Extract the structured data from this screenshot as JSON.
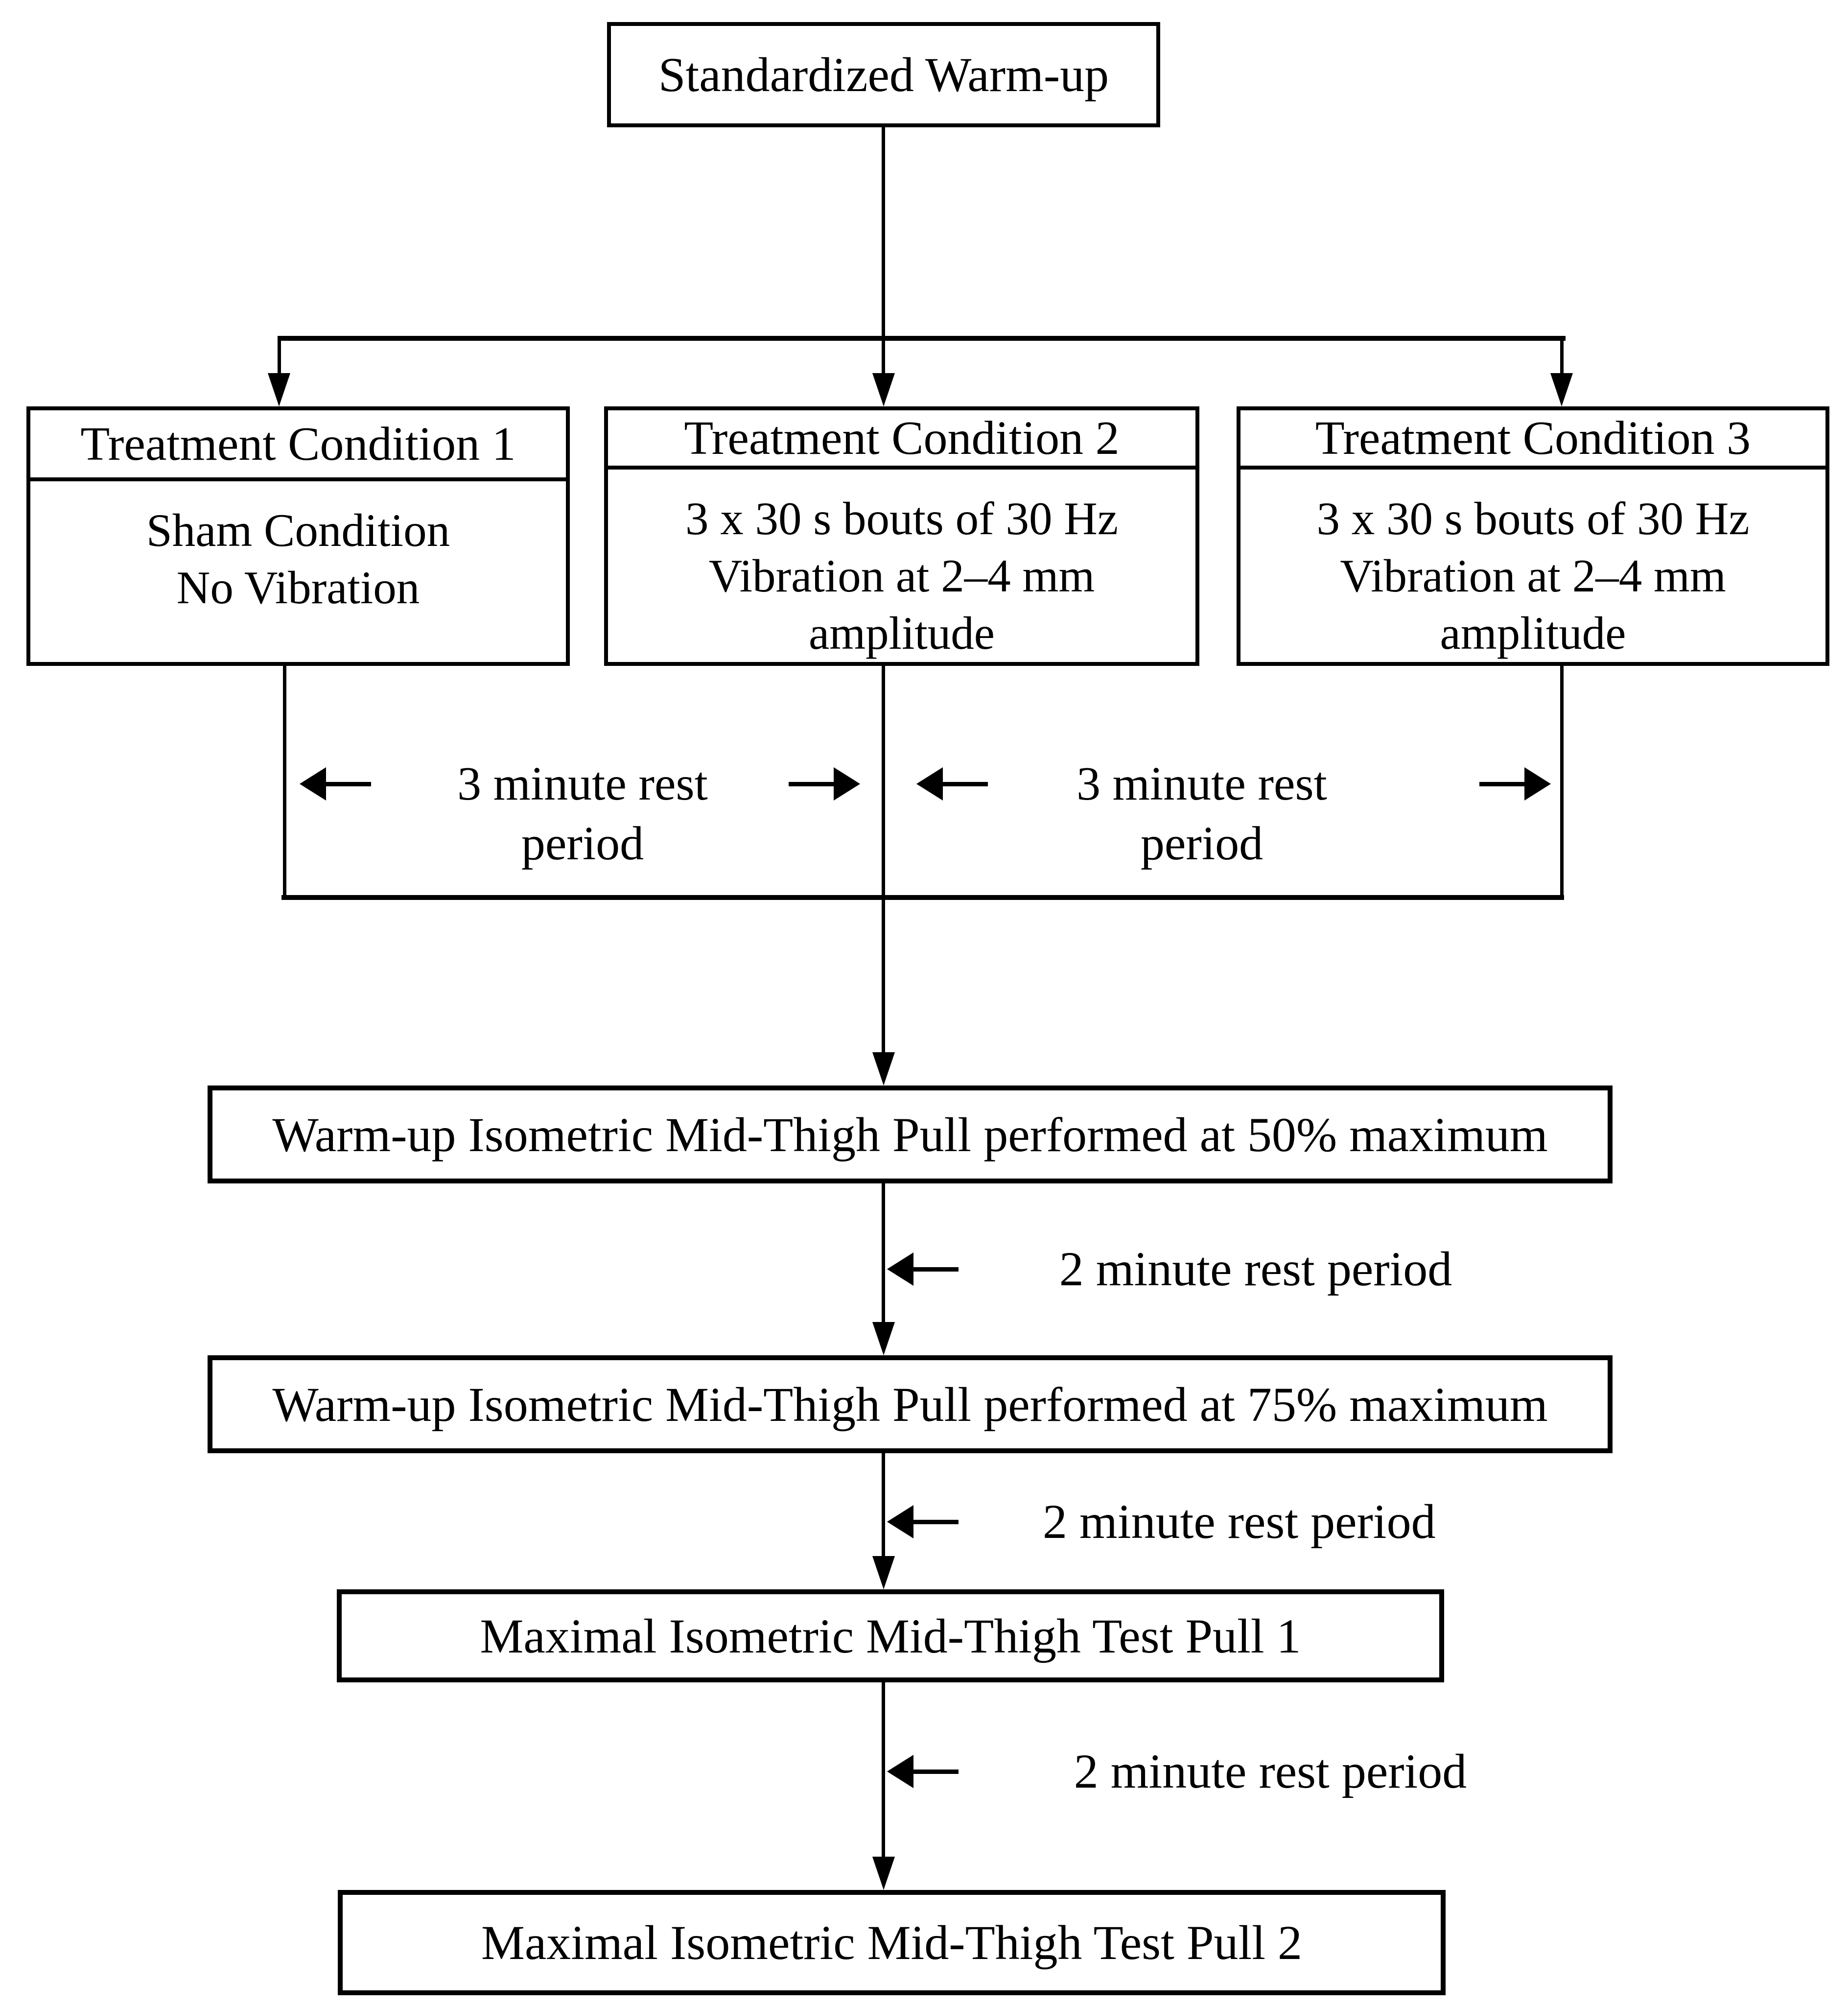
{
  "flowchart": {
    "start": {
      "label": "Standardized Warm-up"
    },
    "conditions": [
      {
        "title": "Treatment Condition 1",
        "details": "Sham Condition\nNo Vibration"
      },
      {
        "title": "Treatment Condition 2",
        "details": "3 x 30 s bouts of 30 Hz\nVibration at 2–4 mm\namplitude"
      },
      {
        "title": "Treatment Condition 3",
        "details": "3 x 30 s bouts of 30 Hz\nVibration at 2–4 mm\namplitude"
      }
    ],
    "rest_labels": {
      "between_condition_1_and_2": "3 minute rest\nperiod",
      "between_condition_2_and_3": "3 minute rest\nperiod",
      "after_warmup_50": "2 minute rest period",
      "after_warmup_75": "2 minute rest period",
      "after_test_pull_1": "2 minute rest period"
    },
    "steps": {
      "warmup_50": "Warm-up Isometric Mid-Thigh Pull performed at 50% maximum",
      "warmup_75": "Warm-up Isometric Mid-Thigh Pull performed at 75% maximum",
      "test_pull_1": "Maximal Isometric Mid-Thigh Test Pull 1",
      "test_pull_2": "Maximal Isometric Mid-Thigh Test Pull 2"
    },
    "colors": {
      "ink": "#000000",
      "background": "#ffffff"
    }
  }
}
